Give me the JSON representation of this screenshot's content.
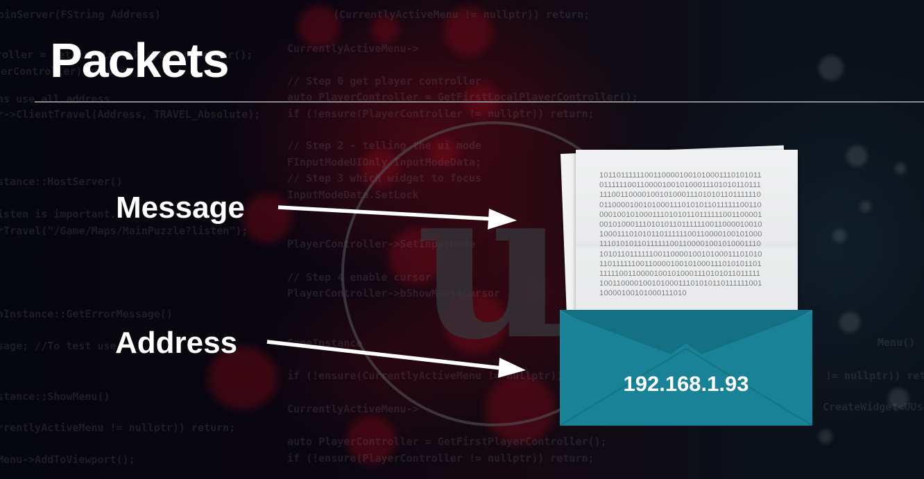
{
  "slide": {
    "title": "Packets",
    "labels": {
      "message": "Message",
      "address": "Address"
    },
    "envelope": {
      "address_text": "192.168.1.93",
      "color": "#1a7f95"
    },
    "paper": {
      "binary_lines": [
        "1011011111100110000100101000111010101 1",
        "0111111001100001001010001110101011011 1",
        "1110011000010010100011101010110111111 0",
        "0110000100101000111010101101111110011 0",
        "0001001010001110101011011111100110000 1",
        "0010100011101010110111111001100001001 0",
        "1000111010101101111110011000010010100 0",
        "1110101011011111100110000100101000111 0",
        "1010110111111001100001001010001110101 0",
        "1101111110011000010010100011101010110 1",
        "1111100110000100101000111010101101111 1",
        "1001100001001010001110101011011111100 1",
        "10000100101000111010"
      ]
    },
    "background_code": [
      "::JoinServer(FString Address)",
      "roller = GetFirstLocalPlayerController();",
      "yerController) return;",
      "ns use all address",
      "r->ClientTravel(Address, TRAVEL_Absolute);",
      "stance::HostServer()",
      "isten is important.",
      "erverTravel(\"/Game/Maps/MainPuzzle?listen\");",
      "aInstance::GetErrorMessage()",
      "sage; //To test use",
      "stance::ShowMenu()",
      "rrentlyActiveMenu != nullptr)) return;",
      "Menu->AddToViewport();",
      "(CurrentlyActiveMenu != nullptr)) return;",
      "CurrentlyActiveMenu->",
      "// Step 0 get player controller",
      "auto PlayerController = GetFirstLocalPlayerController();",
      "if (!ensure(PlayerController != nullptr)) return;",
      "// Step 2 - telling the ui mode",
      "FInputModeUIOnly InputModeData;",
      "// Step 3 which widget to focus",
      "InputModeData.SetLock",
      "PlayerController->SetInputMode",
      "// Step 4 enable cursor",
      "PlayerController->bShowMouseCursor",
      "GameInstance",
      "if (!ensure(CurrentlyActiveMenu != nullptr)) return;",
      "CurrentlyActiveMenu->",
      "auto PlayerController = GetFirstPlayerController();",
      "if (!ensure(PlayerController != nullptr)) return;",
      "CreateWidget<UUserWidget>",
      "!= nullptr)) return;",
      "Menu()"
    ]
  }
}
